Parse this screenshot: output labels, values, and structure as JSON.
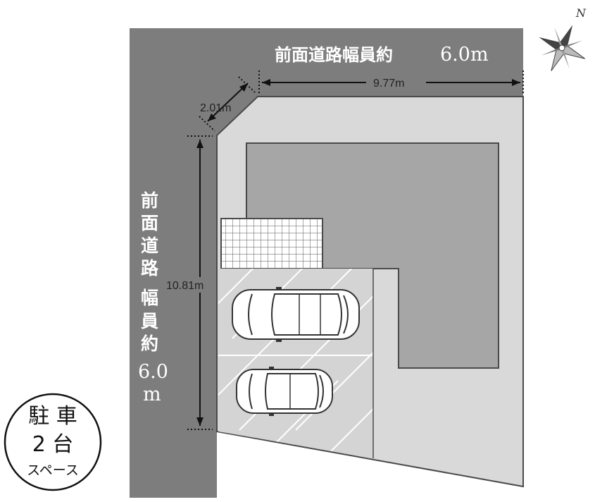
{
  "road_top": {
    "label": "前面道路幅員約",
    "value": "6.0m"
  },
  "road_left": {
    "chars": [
      "前",
      "面",
      "道",
      "路",
      "幅",
      "員",
      "約"
    ],
    "value_num": "6.0",
    "value_unit": "m"
  },
  "dimensions": {
    "frontage_top": "9.77m",
    "corner_cut": "2.01m",
    "frontage_left": "10.81m"
  },
  "parking_badge": {
    "line1": "駐 車",
    "line2": "2 台",
    "line3": "スペース"
  },
  "compass": {
    "north_label": "N"
  },
  "colors": {
    "road": "#7d7d7d",
    "lot": "#d9d9d9",
    "building": "#a6a6a6",
    "outline": "#4a4a4a"
  }
}
